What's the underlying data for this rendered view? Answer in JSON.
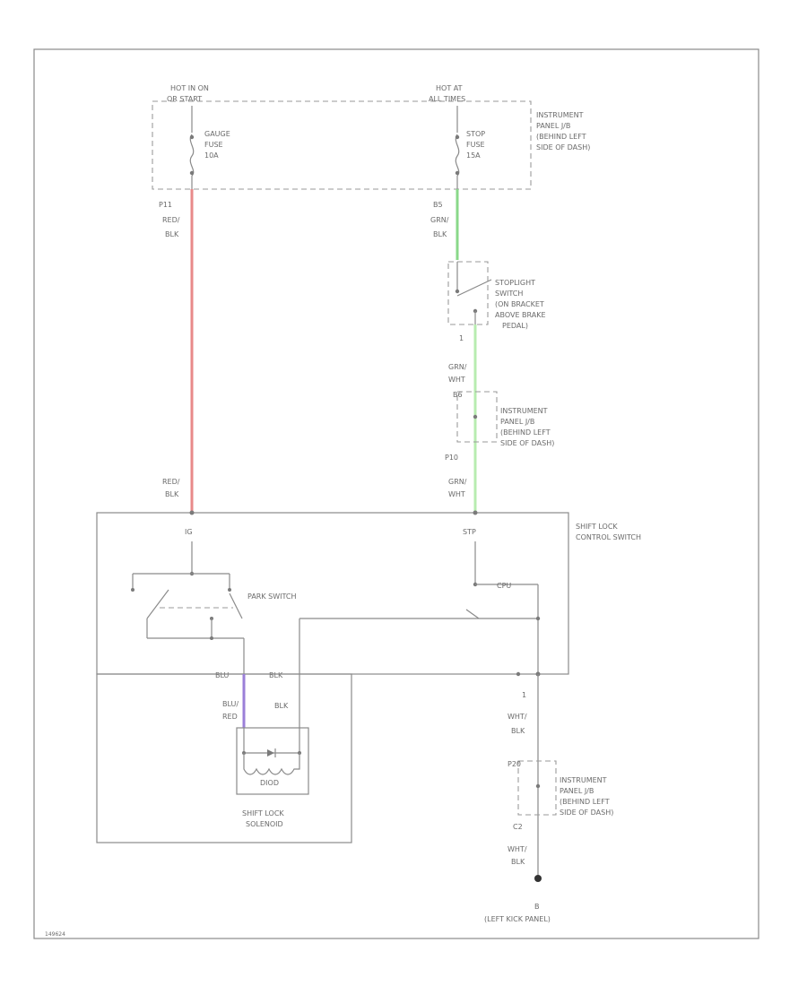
{
  "power_sources": {
    "left_line1": "HOT IN ON",
    "left_line2": "OR START",
    "right_line1": "HOT AT",
    "right_line2": "ALL TIMES"
  },
  "fuses": {
    "gauge_line1": "GAUGE",
    "gauge_line2": "FUSE",
    "gauge_line3": "10A",
    "stop_line1": "STOP",
    "stop_line2": "FUSE",
    "stop_line3": "15A"
  },
  "junction_block_top": {
    "line1": "INSTRUMENT",
    "line2": "PANEL J/B",
    "line3": "(BEHIND LEFT",
    "line4": "SIDE OF DASH)"
  },
  "wires": {
    "p11": "P11",
    "red1": "RED/",
    "blk1": "BLK",
    "b5": "B5",
    "grn1": "GRN/",
    "blk2": "BLK",
    "pin1": "1",
    "grn2": "GRN/",
    "wht1": "WHT",
    "b_conn": "B6",
    "p10": "P10",
    "grn3": "GRN/",
    "wht2": "WHT",
    "red2": "RED/",
    "blk3": "BLK",
    "ig": "IG",
    "stp": "STP",
    "pin_e": "1",
    "wht3": "WHT/",
    "blk4": "BLK",
    "p20": "P20",
    "c2": "C2",
    "wht4": "WHT/",
    "blk5": "BLK",
    "blu_top": "BLU",
    "blk_top": "BLK",
    "blu_wire": "BLU/",
    "red_wire": "RED",
    "blk_wire": "BLK"
  },
  "stoplight_switch": {
    "line1": "STOPLIGHT",
    "line2": "SWITCH",
    "line3": "(ON BRACKET",
    "line4": "ABOVE BRAKE",
    "line5": "PEDAL)"
  },
  "junction_block_mid": {
    "line1": "INSTRUMENT",
    "line2": "PANEL J/B",
    "line3": "(BEHIND LEFT",
    "line4": "SIDE OF DASH)"
  },
  "shift_lock_control": {
    "line1": "SHIFT LOCK",
    "line2": "CONTROL SWITCH",
    "park_switch": "PARK SWITCH",
    "cpu": "CPU"
  },
  "solenoid": {
    "line1": "SHIFT LOCK",
    "line2": "SOLENOID",
    "diode": "DIOD"
  },
  "junction_block_bottom": {
    "line1": "INSTRUMENT",
    "line2": "PANEL J/B",
    "line3": "(BEHIND LEFT",
    "line4": "SIDE OF DASH)"
  },
  "ground": {
    "id": "B",
    "location": "(LEFT KICK PANEL)"
  },
  "footer": {
    "code": "149624"
  },
  "colors": {
    "red_wire": "#e88a8a",
    "green_wire": "#8ad88a",
    "light_green_wire": "#b8ecb0",
    "blue_wire": "#9b7fd8",
    "line": "#8a8a8a"
  }
}
